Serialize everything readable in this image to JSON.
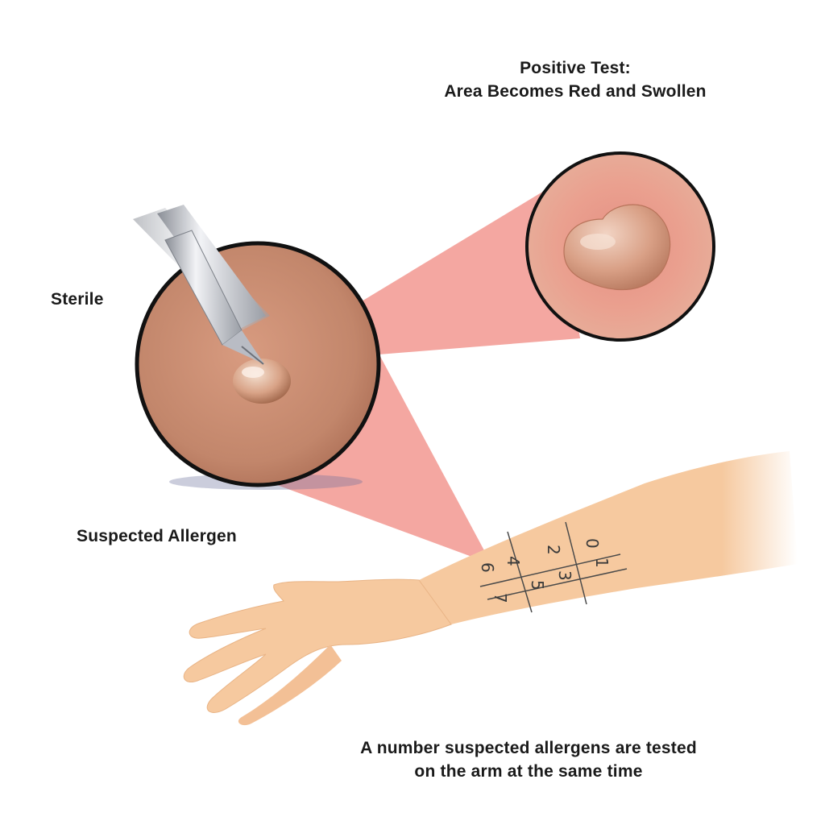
{
  "labels": {
    "positive_test_line1": "Positive Test:",
    "positive_test_line2": "Area Becomes Red and Swollen",
    "sterile": "Sterile",
    "suspected_allergen": "Suspected Allergen",
    "footer_line1": "A number suspected allergens are tested",
    "footer_line2": "on the arm at the same time"
  },
  "grid_numbers": [
    "0",
    "1",
    "2",
    "3",
    "4",
    "5",
    "6",
    "7"
  ],
  "colors": {
    "skin": "#f6c99f",
    "skin_shadow": "#e9b486",
    "zoom_skin": "#c98a6e",
    "reaction_red": "#e88a80",
    "projection_beam": "#f08a82",
    "circle_border": "#111111",
    "needle": "#c9ccd2"
  }
}
